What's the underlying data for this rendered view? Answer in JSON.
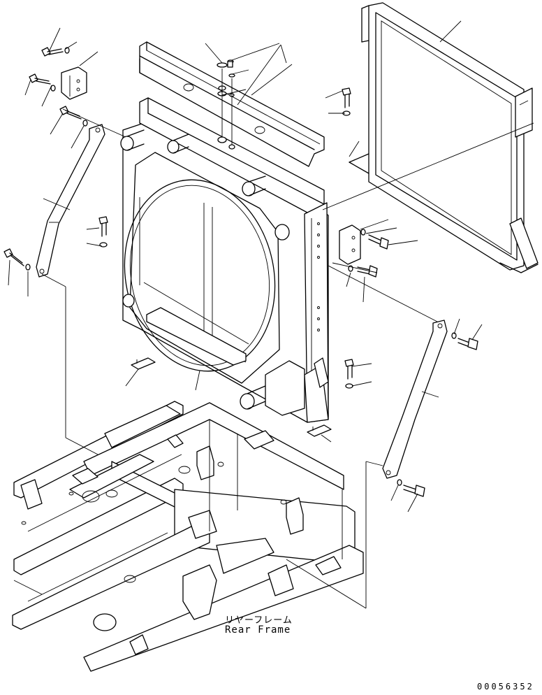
{
  "diagram": {
    "labels": {
      "rear_frame_jp": "リヤーフレーム",
      "rear_frame_en": "Rear Frame"
    },
    "figure_number": "00056352"
  }
}
